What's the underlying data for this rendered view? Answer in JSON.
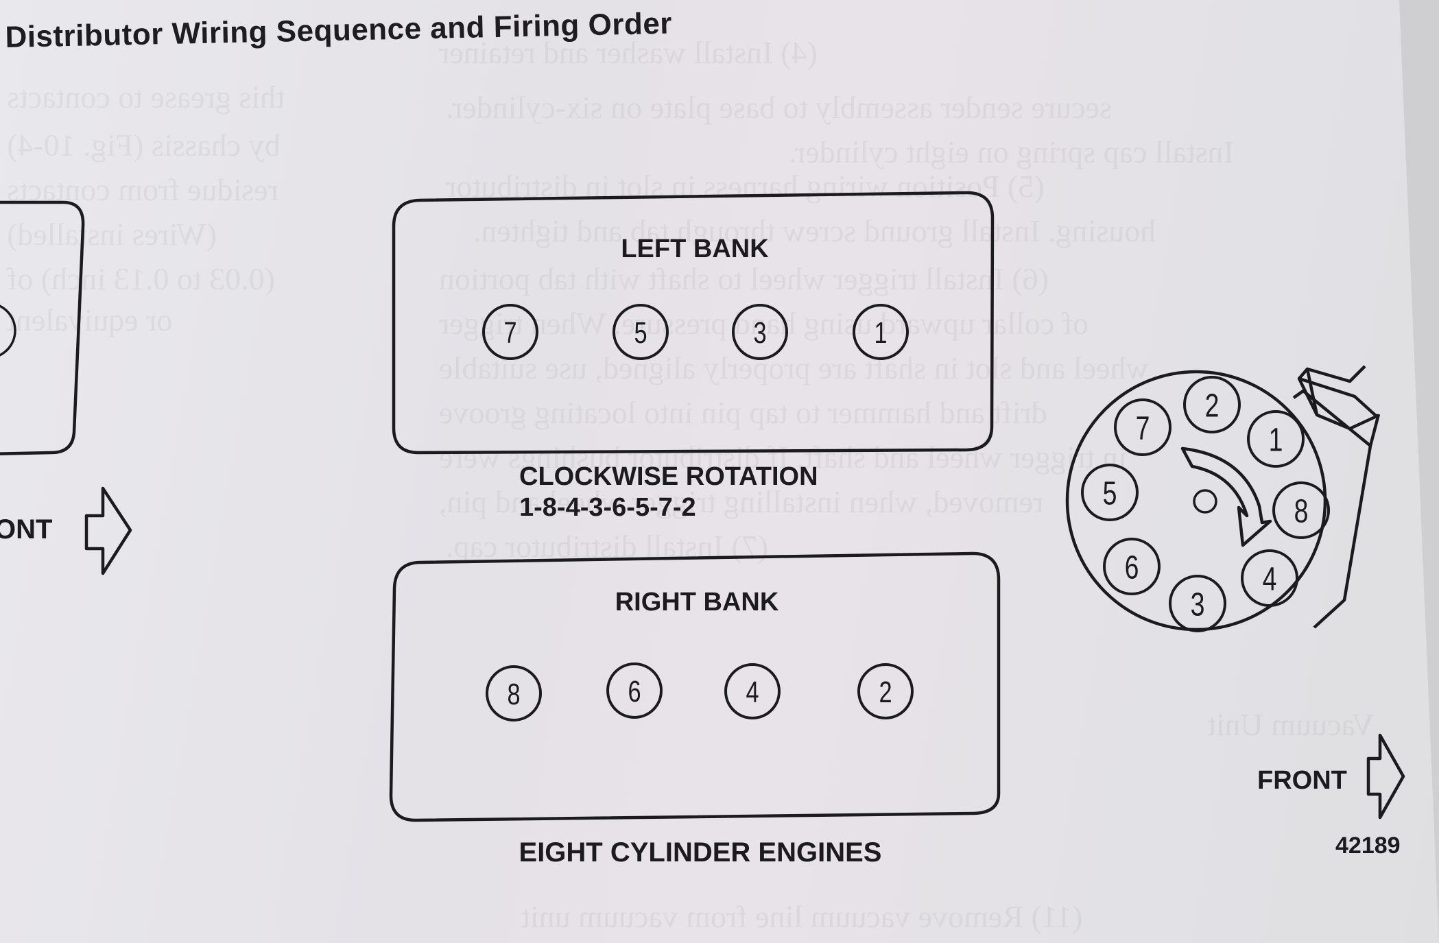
{
  "title": "Distributor Wiring Sequence and Firing Order",
  "left_bank": {
    "label": "LEFT BANK",
    "cylinders": [
      "7",
      "5",
      "3",
      "1"
    ]
  },
  "rotation": {
    "direction": "CLOCKWISE ROTATION",
    "firing_order": "1-8-4-3-6-5-7-2"
  },
  "right_bank": {
    "label": "RIGHT BANK",
    "cylinders": [
      "8",
      "6",
      "4",
      "2"
    ]
  },
  "caption": "EIGHT CYLINDER ENGINES",
  "distributor": {
    "terminals_clockwise_from_top": [
      "2",
      "1",
      "8",
      "4",
      "3",
      "6",
      "5",
      "7"
    ],
    "rotation_arrow": "clockwise"
  },
  "front_label": "FRONT",
  "front_label_partial": "ONT",
  "figure_number": "42189",
  "colors": {
    "ink": "#1b1a1e",
    "paper": "#e6e4e9"
  }
}
